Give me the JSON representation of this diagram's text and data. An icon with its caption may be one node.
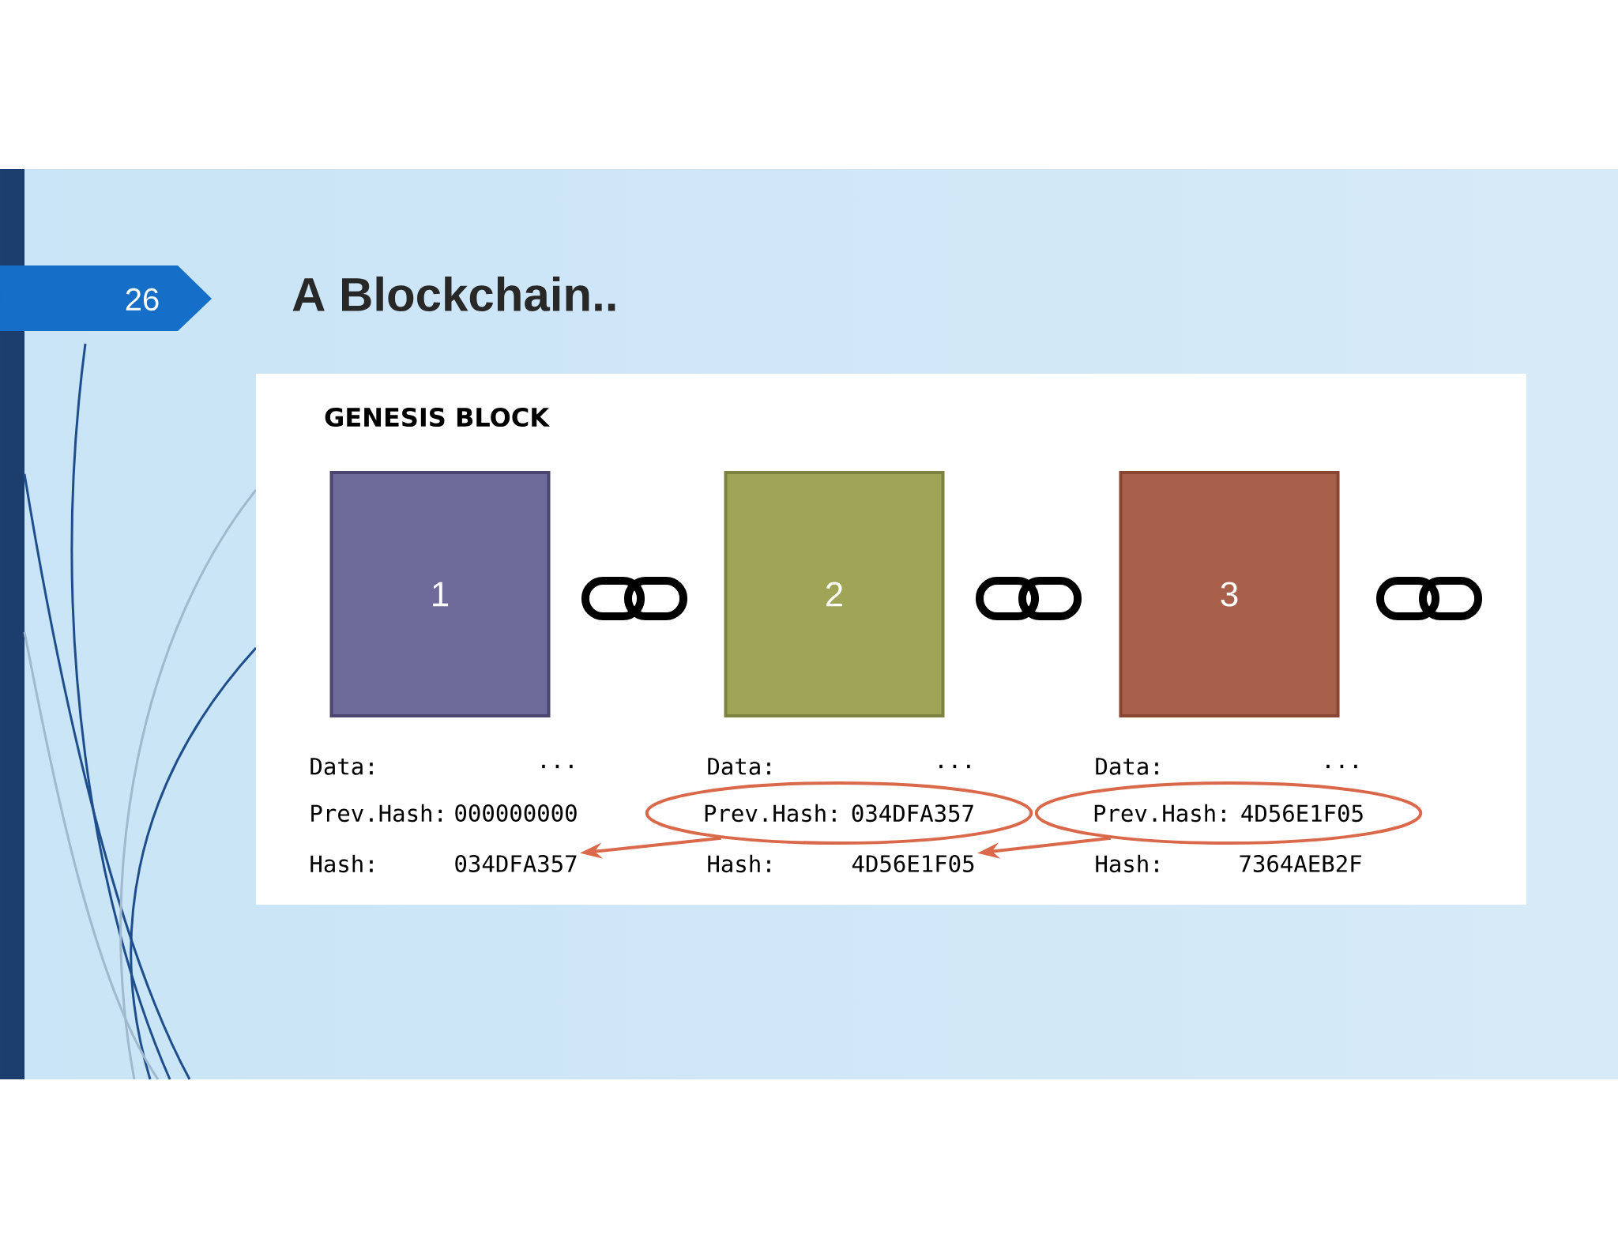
{
  "diagram": {
    "title": "A Blockchain..",
    "nodes": [
      {
        "text": [
          "1"
        ]
      },
      {
        "text": [
          "2"
        ]
      },
      {
        "text": [
          "3"
        ]
      },
      {
        "text": [
          "034DFA357"
        ]
      },
      {
        "text": [
          "Prev.Hash:",
          "034DFA357"
        ]
      },
      {
        "text": [
          "4D56E1F05"
        ]
      },
      {
        "text": [
          "Prev.Hash:",
          "4D56E1F05"
        ]
      }
    ],
    "edges": [
      {
        "from": 4,
        "to": 3,
        "arrow": "to",
        "color": "#d9694a"
      },
      {
        "from": 6,
        "to": 5,
        "arrow": "to",
        "color": "#d9694a"
      }
    ],
    "labels": [
      "26",
      "GENESIS BLOCK",
      "Data:",
      "...",
      "Prev.Hash:",
      "000000000",
      "Hash:",
      "Data:",
      "...",
      "Hash:",
      "Data:",
      "...",
      "Hash:",
      "7364AEB2F"
    ]
  }
}
